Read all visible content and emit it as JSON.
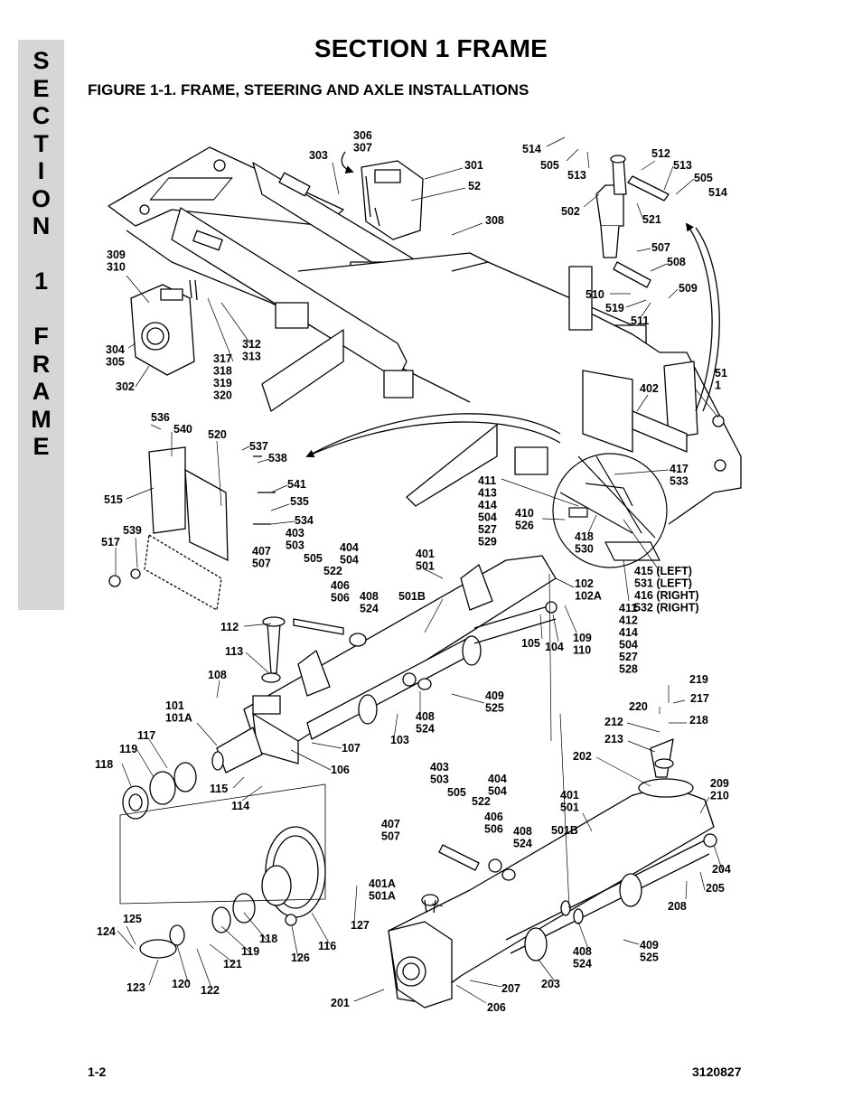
{
  "side_tab": {
    "letters": [
      "S",
      "E",
      "C",
      "T",
      "I",
      "O",
      "N",
      "",
      "1",
      "",
      "F",
      "R",
      "A",
      "M",
      "E"
    ]
  },
  "section_title": "SECTION 1  FRAME",
  "figure_title": "FIGURE 1-1.    FRAME, STEERING AND AXLE INSTALLATIONS",
  "callouts": [
    {
      "id": "c306",
      "lines": [
        "306",
        "307"
      ]
    },
    {
      "id": "c303",
      "lines": [
        "303"
      ]
    },
    {
      "id": "c301",
      "lines": [
        "301"
      ]
    },
    {
      "id": "c52",
      "lines": [
        "52"
      ]
    },
    {
      "id": "c308",
      "lines": [
        "308"
      ]
    },
    {
      "id": "c514a",
      "lines": [
        "514"
      ]
    },
    {
      "id": "c505a",
      "lines": [
        "505"
      ]
    },
    {
      "id": "c513a",
      "lines": [
        "513"
      ]
    },
    {
      "id": "c502",
      "lines": [
        "502"
      ]
    },
    {
      "id": "c512",
      "lines": [
        "512"
      ]
    },
    {
      "id": "c513b",
      "lines": [
        "513"
      ]
    },
    {
      "id": "c505b",
      "lines": [
        "505"
      ]
    },
    {
      "id": "c514b",
      "lines": [
        "514"
      ]
    },
    {
      "id": "c521",
      "lines": [
        "521"
      ]
    },
    {
      "id": "c507a",
      "lines": [
        "507"
      ]
    },
    {
      "id": "c508",
      "lines": [
        "508"
      ]
    },
    {
      "id": "c509",
      "lines": [
        "509"
      ]
    },
    {
      "id": "c510",
      "lines": [
        "510"
      ]
    },
    {
      "id": "c519",
      "lines": [
        "519"
      ]
    },
    {
      "id": "c511",
      "lines": [
        "511"
      ]
    },
    {
      "id": "c309",
      "lines": [
        "309",
        "310"
      ]
    },
    {
      "id": "c304",
      "lines": [
        "304",
        "305"
      ]
    },
    {
      "id": "c302",
      "lines": [
        "302"
      ]
    },
    {
      "id": "c317",
      "lines": [
        "317",
        "318",
        "319",
        "320"
      ]
    },
    {
      "id": "c312",
      "lines": [
        "312",
        "313"
      ]
    },
    {
      "id": "c51",
      "lines": [
        "51",
        "1"
      ]
    },
    {
      "id": "c402",
      "lines": [
        "402"
      ]
    },
    {
      "id": "c536",
      "lines": [
        "536"
      ]
    },
    {
      "id": "c540",
      "lines": [
        "540"
      ]
    },
    {
      "id": "c520",
      "lines": [
        "520"
      ]
    },
    {
      "id": "c537",
      "lines": [
        "537"
      ]
    },
    {
      "id": "c538",
      "lines": [
        "538"
      ]
    },
    {
      "id": "c515",
      "lines": [
        "515"
      ]
    },
    {
      "id": "c541",
      "lines": [
        "541"
      ]
    },
    {
      "id": "c535",
      "lines": [
        "535"
      ]
    },
    {
      "id": "c534",
      "lines": [
        "534"
      ]
    },
    {
      "id": "c539",
      "lines": [
        "539"
      ]
    },
    {
      "id": "c517",
      "lines": [
        "517"
      ]
    },
    {
      "id": "c403a",
      "lines": [
        "403",
        "503"
      ]
    },
    {
      "id": "c407a",
      "lines": [
        "407",
        "507"
      ]
    },
    {
      "id": "c505c",
      "lines": [
        "505"
      ]
    },
    {
      "id": "c404a",
      "lines": [
        "404",
        "504"
      ]
    },
    {
      "id": "c522a",
      "lines": [
        "522"
      ]
    },
    {
      "id": "c406a",
      "lines": [
        "406",
        "506"
      ]
    },
    {
      "id": "c408a",
      "lines": [
        "408",
        "524"
      ]
    },
    {
      "id": "c411a",
      "lines": [
        "411",
        "413",
        "414",
        "504",
        "527",
        "529"
      ]
    },
    {
      "id": "c410",
      "lines": [
        "410",
        "526"
      ]
    },
    {
      "id": "c418",
      "lines": [
        "418",
        "530"
      ]
    },
    {
      "id": "c417",
      "lines": [
        "417",
        "533"
      ]
    },
    {
      "id": "c415",
      "lines": [
        "415 (LEFT)",
        "531 (LEFT)",
        "416 (RIGHT)",
        "532 (RIGHT)"
      ]
    },
    {
      "id": "c401a",
      "lines": [
        "401",
        "501"
      ]
    },
    {
      "id": "c501b",
      "lines": [
        "501B"
      ]
    },
    {
      "id": "c102",
      "lines": [
        "102",
        "102A"
      ]
    },
    {
      "id": "c105",
      "lines": [
        "105"
      ]
    },
    {
      "id": "c104",
      "lines": [
        "104"
      ]
    },
    {
      "id": "c109",
      "lines": [
        "109",
        "110"
      ]
    },
    {
      "id": "c411b",
      "lines": [
        "411",
        "412",
        "414",
        "504",
        "527",
        "528"
      ]
    },
    {
      "id": "c112",
      "lines": [
        "112"
      ]
    },
    {
      "id": "c113",
      "lines": [
        "113"
      ]
    },
    {
      "id": "c108",
      "lines": [
        "108"
      ]
    },
    {
      "id": "c101",
      "lines": [
        "101",
        "101A"
      ]
    },
    {
      "id": "c117",
      "lines": [
        "117"
      ]
    },
    {
      "id": "c119a",
      "lines": [
        "119"
      ]
    },
    {
      "id": "c118a",
      "lines": [
        "118"
      ]
    },
    {
      "id": "c115",
      "lines": [
        "115"
      ]
    },
    {
      "id": "c114",
      "lines": [
        "114"
      ]
    },
    {
      "id": "c107",
      "lines": [
        "107"
      ]
    },
    {
      "id": "c106",
      "lines": [
        "106"
      ]
    },
    {
      "id": "c103",
      "lines": [
        "103"
      ]
    },
    {
      "id": "c408b",
      "lines": [
        "408",
        "524"
      ]
    },
    {
      "id": "c409a",
      "lines": [
        "409",
        "525"
      ]
    },
    {
      "id": "c219",
      "lines": [
        "219"
      ]
    },
    {
      "id": "c220",
      "lines": [
        "220"
      ]
    },
    {
      "id": "c217",
      "lines": [
        "217"
      ]
    },
    {
      "id": "c212",
      "lines": [
        "212"
      ]
    },
    {
      "id": "c218",
      "lines": [
        "218"
      ]
    },
    {
      "id": "c213",
      "lines": [
        "213"
      ]
    },
    {
      "id": "c202",
      "lines": [
        "202"
      ]
    },
    {
      "id": "c209",
      "lines": [
        "209",
        "210"
      ]
    },
    {
      "id": "c403b",
      "lines": [
        "403",
        "503"
      ]
    },
    {
      "id": "c505d",
      "lines": [
        "505"
      ]
    },
    {
      "id": "c404b",
      "lines": [
        "404",
        "504"
      ]
    },
    {
      "id": "c522b",
      "lines": [
        "522"
      ]
    },
    {
      "id": "c401b",
      "lines": [
        "401",
        "501"
      ]
    },
    {
      "id": "c407b",
      "lines": [
        "407",
        "507"
      ]
    },
    {
      "id": "c406b",
      "lines": [
        "406",
        "506"
      ]
    },
    {
      "id": "c408c",
      "lines": [
        "408",
        "524"
      ]
    },
    {
      "id": "c501b2",
      "lines": [
        "501B"
      ]
    },
    {
      "id": "c401A",
      "lines": [
        "401A",
        "501A"
      ]
    },
    {
      "id": "c204",
      "lines": [
        "204"
      ]
    },
    {
      "id": "c205",
      "lines": [
        "205"
      ]
    },
    {
      "id": "c208",
      "lines": [
        "208"
      ]
    },
    {
      "id": "c127",
      "lines": [
        "127"
      ]
    },
    {
      "id": "c125",
      "lines": [
        "125"
      ]
    },
    {
      "id": "c124",
      "lines": [
        "124"
      ]
    },
    {
      "id": "c118b",
      "lines": [
        "118"
      ]
    },
    {
      "id": "c119b",
      "lines": [
        "119"
      ]
    },
    {
      "id": "c121",
      "lines": [
        "121"
      ]
    },
    {
      "id": "c116",
      "lines": [
        "116"
      ]
    },
    {
      "id": "c126",
      "lines": [
        "126"
      ]
    },
    {
      "id": "c123",
      "lines": [
        "123"
      ]
    },
    {
      "id": "c120",
      "lines": [
        "120"
      ]
    },
    {
      "id": "c122",
      "lines": [
        "122"
      ]
    },
    {
      "id": "c408d",
      "lines": [
        "408",
        "524"
      ]
    },
    {
      "id": "c409b",
      "lines": [
        "409",
        "525"
      ]
    },
    {
      "id": "c207",
      "lines": [
        "207"
      ]
    },
    {
      "id": "c203",
      "lines": [
        "203"
      ]
    },
    {
      "id": "c201",
      "lines": [
        "201"
      ]
    },
    {
      "id": "c206",
      "lines": [
        "206"
      ]
    }
  ],
  "footer": {
    "page_number": "1-2",
    "doc_number": "3120827"
  }
}
